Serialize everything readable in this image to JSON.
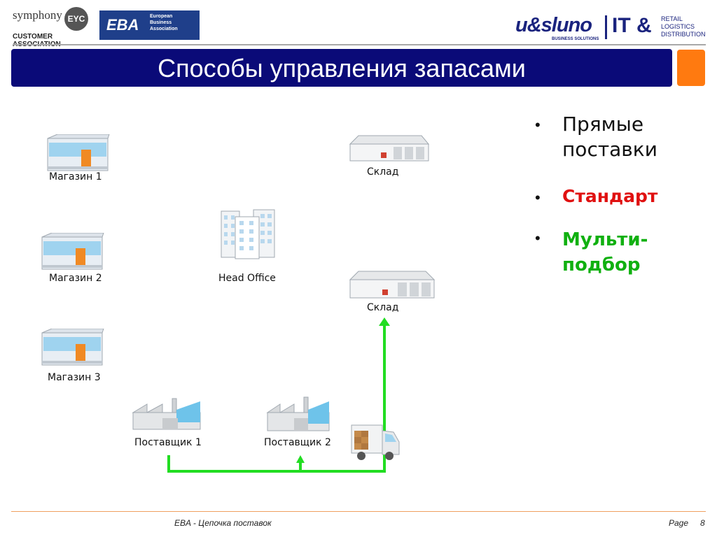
{
  "logos": {
    "symphony_word": "symphony",
    "symphony_badge": "EYC",
    "symphony_sub": "CUSTOMER ASSOCIATION",
    "eba_big": "EBA",
    "eba_lines": [
      "European",
      "Business",
      "Association"
    ],
    "usluno": "u&sluno",
    "usluno_sub": "BUSINESS SOLUTIONS",
    "it": "IT &",
    "it_lines": [
      "RETAIL",
      "LOGISTICS",
      "DISTRIBUTION"
    ]
  },
  "title": "Способы управления запасами",
  "colors": {
    "title_bg": "#0a0a78",
    "accent": "#ff7a10",
    "arrow": "#22dd22",
    "red": "#e01010",
    "green": "#10b010"
  },
  "diagram": {
    "store1": "Магазин 1",
    "store2": "Магазин 2",
    "store3": "Магазин 3",
    "head_office": "Head Office",
    "warehouse1": "Склад",
    "warehouse2": "Склад",
    "supplier1": "Поставщик 1",
    "supplier2": "Поставщик 2"
  },
  "bullets": [
    {
      "text": "Прямые поставки"
    },
    {
      "text": "Стандарт"
    },
    {
      "text": "Мульти-подбор"
    }
  ],
  "footer": {
    "center": "EBA - Цепочка поставок",
    "page_label": "Page",
    "page_num": "8"
  }
}
